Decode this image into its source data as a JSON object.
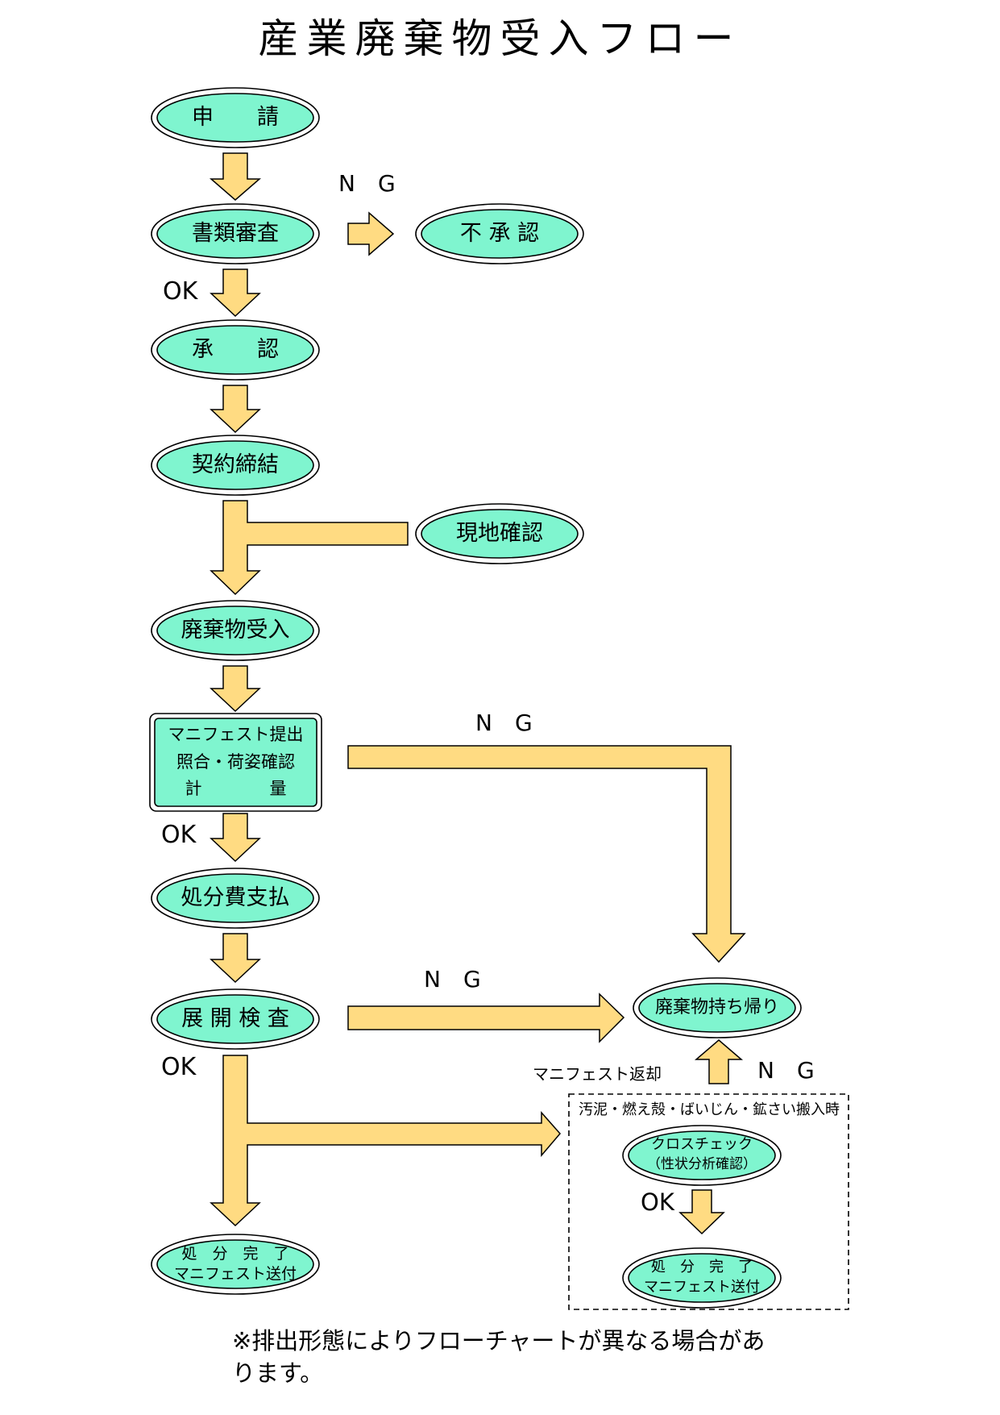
{
  "title": "産業廃棄物受入フロー",
  "nodes": {
    "application": "申　　請",
    "document_review": "書類審査",
    "disapproval": "不 承 認",
    "approval": "承　　認",
    "contract": "契約締結",
    "site_check": "現地確認",
    "waste_acceptance": "廃棄物受入",
    "manifest_line1": "マニフェスト提出",
    "manifest_line2": "照合・荷姿確認",
    "manifest_line3": "計　　　　量",
    "payment": "処分費支払",
    "inspection": "展 開 検 査",
    "waste_return": "廃棄物持ち帰り",
    "completion_line1": "処　分　完　了",
    "completion_line2": "マニフェスト送付",
    "cross_check_line1": "クロスチェック",
    "cross_check_line2": "（性状分析確認）",
    "completion2_line1": "処　分　完　了",
    "completion2_line2": "マニフェスト送付"
  },
  "labels": {
    "ng_review": "N　G",
    "ok_review": "OK",
    "ng_manifest": "N　G",
    "ok_manifest": "OK",
    "ng_inspection": "N　G",
    "ok_inspection": "OK",
    "manifest_return": "マニフェスト返却",
    "ng_crosscheck": "N　G",
    "ok_crosscheck": "OK",
    "sludge_box": "汚泥・燃え殻・ばいじん・鉱さい搬入時"
  },
  "note": {
    "line1": "※排出形態によりフローチャートが異なる場合があ",
    "line2": "ります。"
  },
  "colors": {
    "node_fill": "#7ff5cf",
    "arrow_fill": "#ffdb82",
    "stroke": "#000000"
  }
}
